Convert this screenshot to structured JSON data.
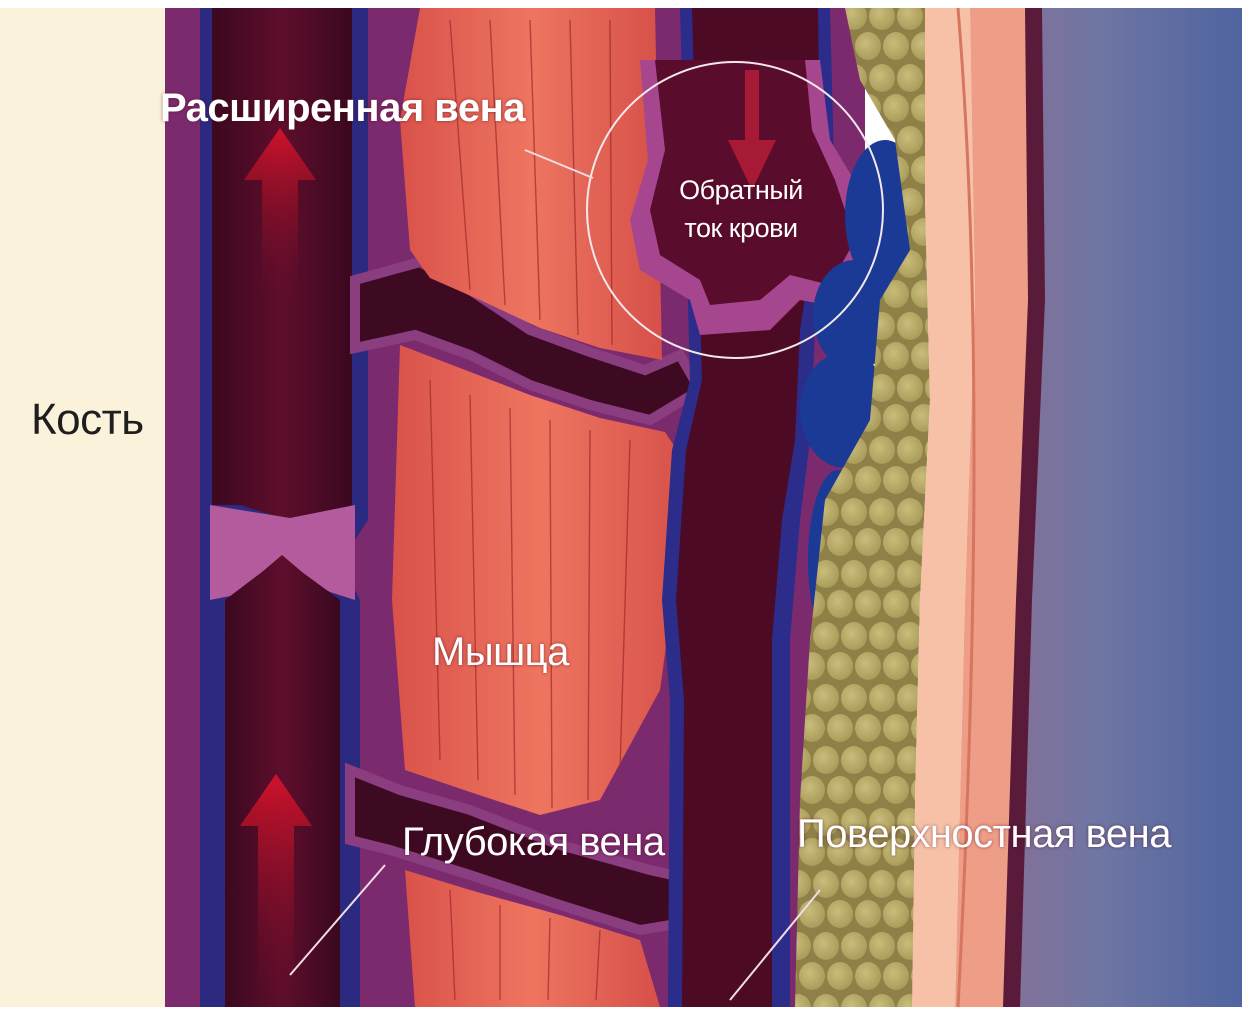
{
  "labels": {
    "dilated_vein": "Расширенная вена",
    "reverse_flow_line1": "Обратный",
    "reverse_flow_line2": "ток крови",
    "bone": "Кость",
    "muscle": "Мышца",
    "deep_vein": "Глубокая вена",
    "superficial_vein": "Поверхностная вена"
  },
  "colors": {
    "bone": "#fbf2dc",
    "tissue_purple": "#7d2c6e",
    "vein_dark": "#4d0a24",
    "muscle_red": "#e1604f",
    "fat_yellow": "#b7aa67",
    "skin_pink": "#f0a58e",
    "vein_blue": "#1f3a8c",
    "background_blue": "#5b6e9a"
  }
}
